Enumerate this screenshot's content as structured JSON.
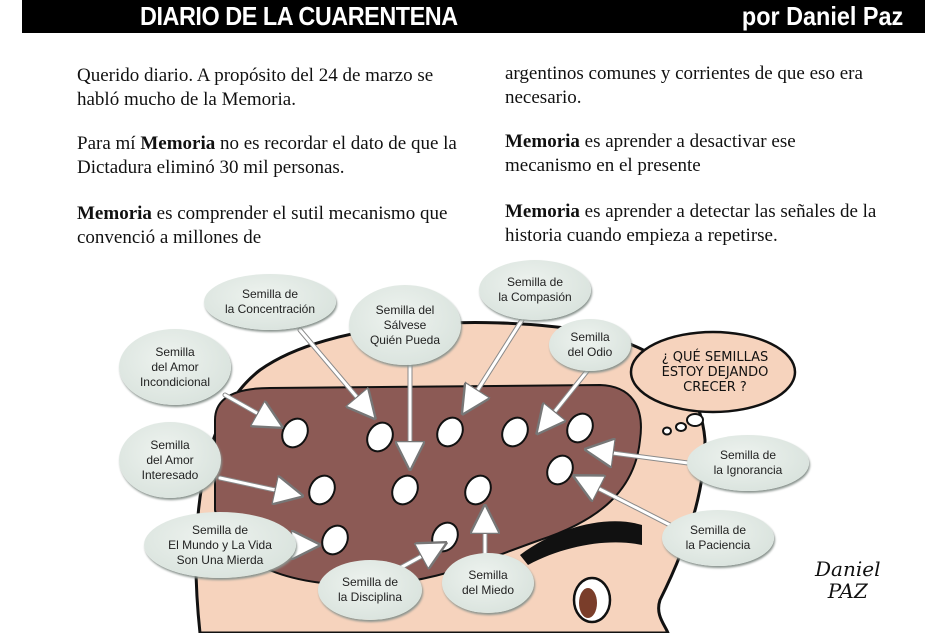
{
  "header": {
    "title": "DIARIO DE LA CUARENTENA",
    "author": "por Daniel Paz"
  },
  "text": {
    "p1": "Querido diario. A propósito del 24 de marzo se habló mucho de la Memoria.",
    "p2_bold": "Memoria",
    "p2_pre": "Para mí ",
    "p2_post": " no es recordar el dato de que la Dictadura eliminó 30 mil personas.",
    "p3_bold": "Memoria",
    "p3_post": " es comprender el sutil mecanismo que convenció a millones de",
    "p4": "argentinos comunes y corrientes de que eso era necesario.",
    "p5_bold": "Memoria",
    "p5_post": " es aprender a desactivar ese mecanismo en el presente",
    "p6_bold": "Memoria",
    "p6_post": " es aprender a detectar las señales de la historia cuando empieza a repetirse."
  },
  "seeds": [
    "Semilla de\nla Concentración",
    "Semilla del\nSálvese\nQuién Pueda",
    "Semilla de\nla Compasión",
    "Semilla\ndel Odio",
    "Semilla\ndel Amor\nIncondicional",
    "Semilla\ndel Amor\nInteresado",
    "Semilla de\nEl Mundo y La Vida\nSon Una Mierda",
    "Semilla de\nla Disciplina",
    "Semilla\ndel Miedo",
    "Semilla de\nla Ignorancia",
    "Semilla de\nla Paciencia"
  ],
  "thought": "¿ QUÉ SEMILLAS\nESTOY DEJANDO\nCRECER ?",
  "signature": "Daniel\nPAZ",
  "colors": {
    "skin": "#f6d3bd",
    "brain": "#8c5a55",
    "bubble": "#dfe7e2"
  }
}
